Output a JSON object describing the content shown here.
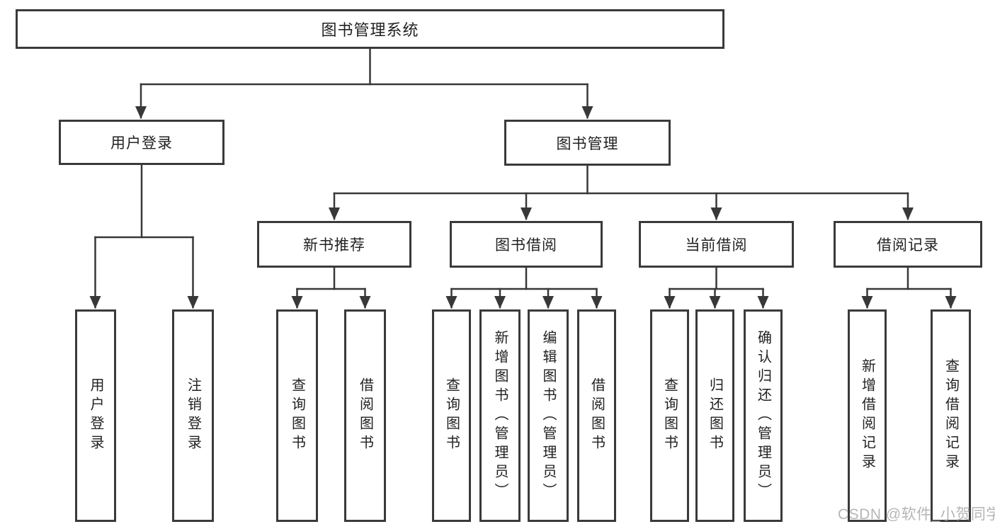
{
  "diagram": {
    "title": "图书管理系统",
    "branches": {
      "user_login": {
        "label": "用户登录",
        "children": [
          "用户登录",
          "注销登录"
        ]
      },
      "book_management": {
        "label": "图书管理",
        "groups": [
          {
            "label": "新书推荐",
            "children": [
              "查询图书",
              "借阅图书"
            ]
          },
          {
            "label": "图书借阅",
            "children": [
              "查询图书",
              "新增图书（管理员）",
              "编辑图书（管理员）",
              "借阅图书"
            ]
          },
          {
            "label": "当前借阅",
            "children": [
              "查询图书",
              "归还图书",
              "确认归还（管理员）"
            ]
          },
          {
            "label": "借阅记录",
            "children": [
              "新增借阅记录",
              "查询借阅记录"
            ]
          }
        ]
      }
    },
    "colors": {
      "border": "#3a3a3a",
      "line": "#383838",
      "text": "#222222",
      "background": "#ffffff",
      "watermark": "#b1b1b1"
    }
  },
  "watermark": "CSDN @软件_小贺同学"
}
